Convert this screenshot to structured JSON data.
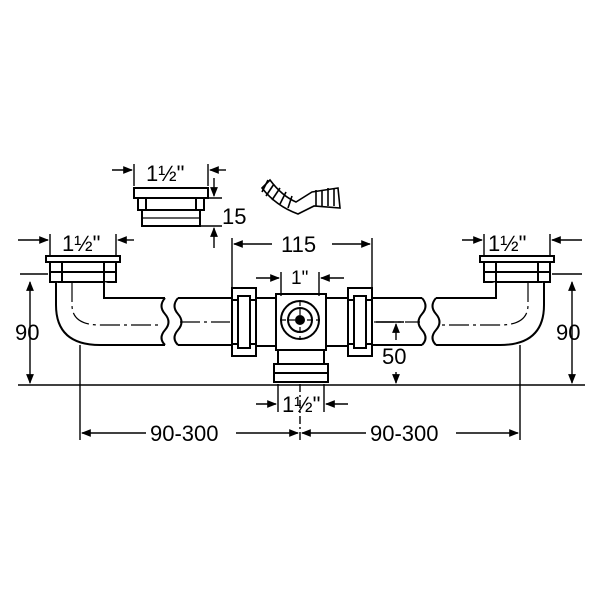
{
  "dimensions": {
    "outlet_top_left": "1½\"",
    "outlet_top_right": "1½\"",
    "adapter_top": "1½\"",
    "adapter_height": "15",
    "tee_width": "115",
    "tee_inlet": "1\"",
    "bottom_outlet": "1½\"",
    "height_left": "90",
    "height_right": "90",
    "tee_height": "50",
    "span_left": "90-300",
    "span_right": "90-300"
  },
  "colors": {
    "line": "#000000",
    "background": "#ffffff"
  }
}
